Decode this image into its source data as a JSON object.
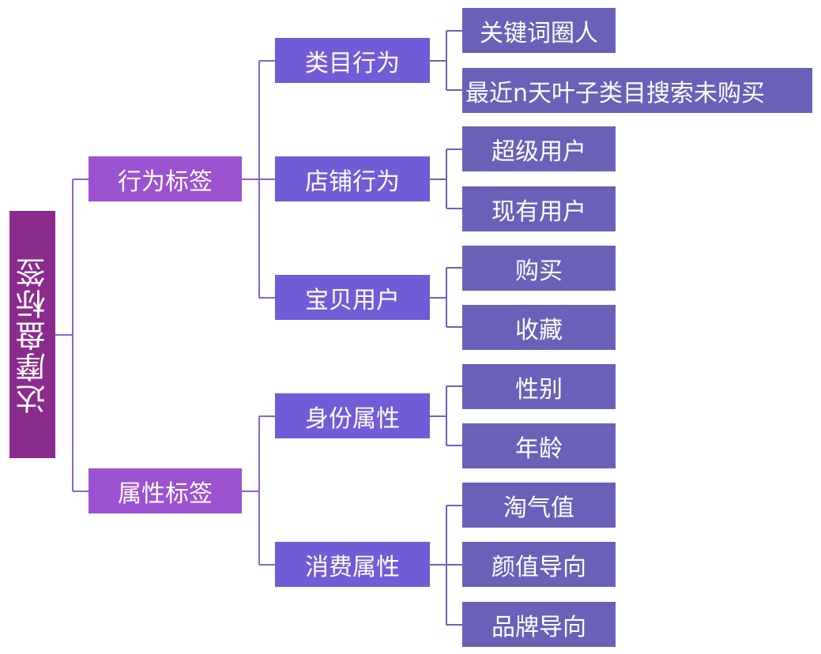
{
  "colors": {
    "root": "#8b2b8c",
    "level1": "#9b52d0",
    "level2": "#725bd6",
    "level3": "#6960b8",
    "connector": "#8a63c8"
  },
  "root": {
    "label": "达摩盘标签",
    "children": [
      {
        "label": "行为标签",
        "children": [
          {
            "label": "类目行为",
            "children": [
              "关键词圈人",
              "最近n天叶子类目搜索未购买"
            ]
          },
          {
            "label": "店铺行为",
            "children": [
              "超级用户",
              "现有用户"
            ]
          },
          {
            "label": "宝贝用户",
            "children": [
              "购买",
              "收藏"
            ]
          }
        ]
      },
      {
        "label": "属性标签",
        "children": [
          {
            "label": "身份属性",
            "children": [
              "性别",
              "年龄"
            ]
          },
          {
            "label": "消费属性",
            "children": [
              "淘气值",
              "颜值导向",
              "品牌导向"
            ]
          }
        ]
      }
    ]
  }
}
